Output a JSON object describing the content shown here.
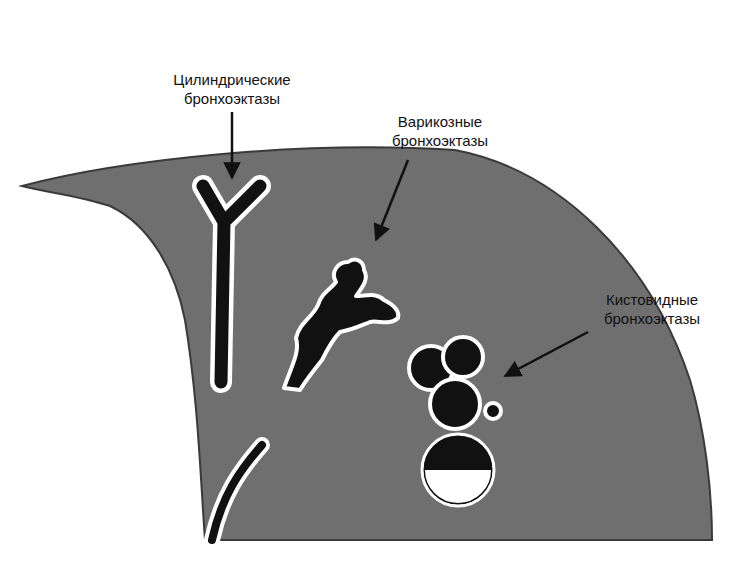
{
  "diagram": {
    "labels": [
      "Цилиндрические бронхоэктазы",
      "Варикозные бронхоэктазы",
      "Кистовидные бронхоэктазы"
    ]
  }
}
